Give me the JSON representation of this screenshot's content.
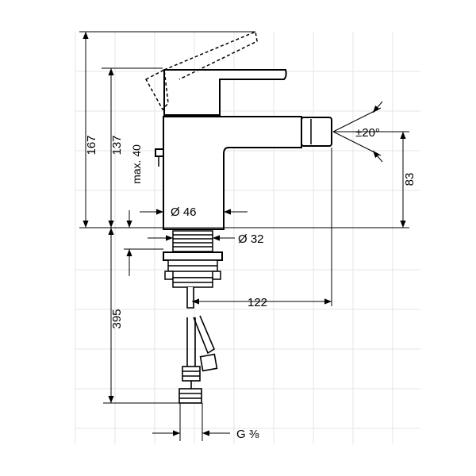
{
  "dimensions": {
    "overall_height": "167",
    "spout_height": "137",
    "max_lever": "max. 40",
    "swivel_angle": "±20°",
    "outlet_height": "83",
    "body_diameter": "Ø 46",
    "shank_diameter": "Ø 32",
    "projection": "122",
    "hose_length": "395",
    "connection_thread": "G ⅜"
  }
}
